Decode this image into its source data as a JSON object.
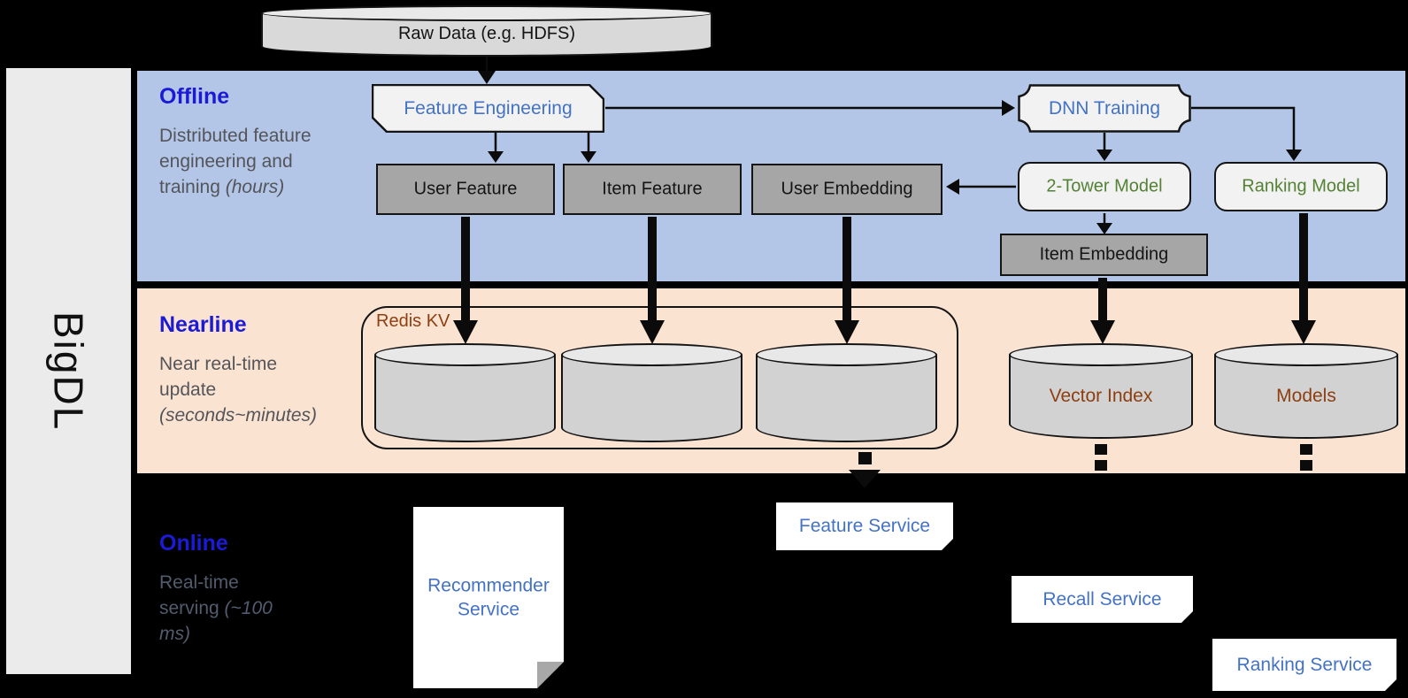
{
  "brand": "BigDL",
  "source": {
    "label": "Raw Data (e.g. HDFS)"
  },
  "bands": {
    "offline": {
      "title": "Offline",
      "subtitle": "Distributed feature engineering and training",
      "subtitle_italic": "(hours)"
    },
    "nearline": {
      "title": "Nearline",
      "subtitle": "Near real-time update",
      "subtitle_italic": "(seconds~minutes)"
    },
    "online": {
      "title": "Online",
      "subtitle": "Real-time serving",
      "subtitle_italic": "(~100 ms)"
    }
  },
  "nodes": {
    "feature_engineering": "Feature Engineering",
    "dnn_training": "DNN Training",
    "user_feature": "User Feature",
    "item_feature": "Item Feature",
    "user_embedding": "User Embedding",
    "two_tower_model": "2-Tower Model",
    "ranking_model": "Ranking Model",
    "item_embedding": "Item Embedding"
  },
  "storage": {
    "redis_label": "Redis KV",
    "vector_index": "Vector Index",
    "models": "Models"
  },
  "services": {
    "recommender": "Recommender Service",
    "feature": "Feature Service",
    "recall": "Recall Service",
    "ranking": "Ranking Service"
  },
  "colors": {
    "offline_band": "#b3c6e7",
    "nearline_band": "#fbe3d2",
    "online_band": "#000000",
    "band_title_blue": "#1b1bd6",
    "node_blue": "#4472c4",
    "node_green": "#548235",
    "storage_brown": "#8d3f12",
    "gray_box": "#a6a6a6",
    "light_box": "#f2f2f2",
    "sidebar_gray": "#ebebeb"
  }
}
